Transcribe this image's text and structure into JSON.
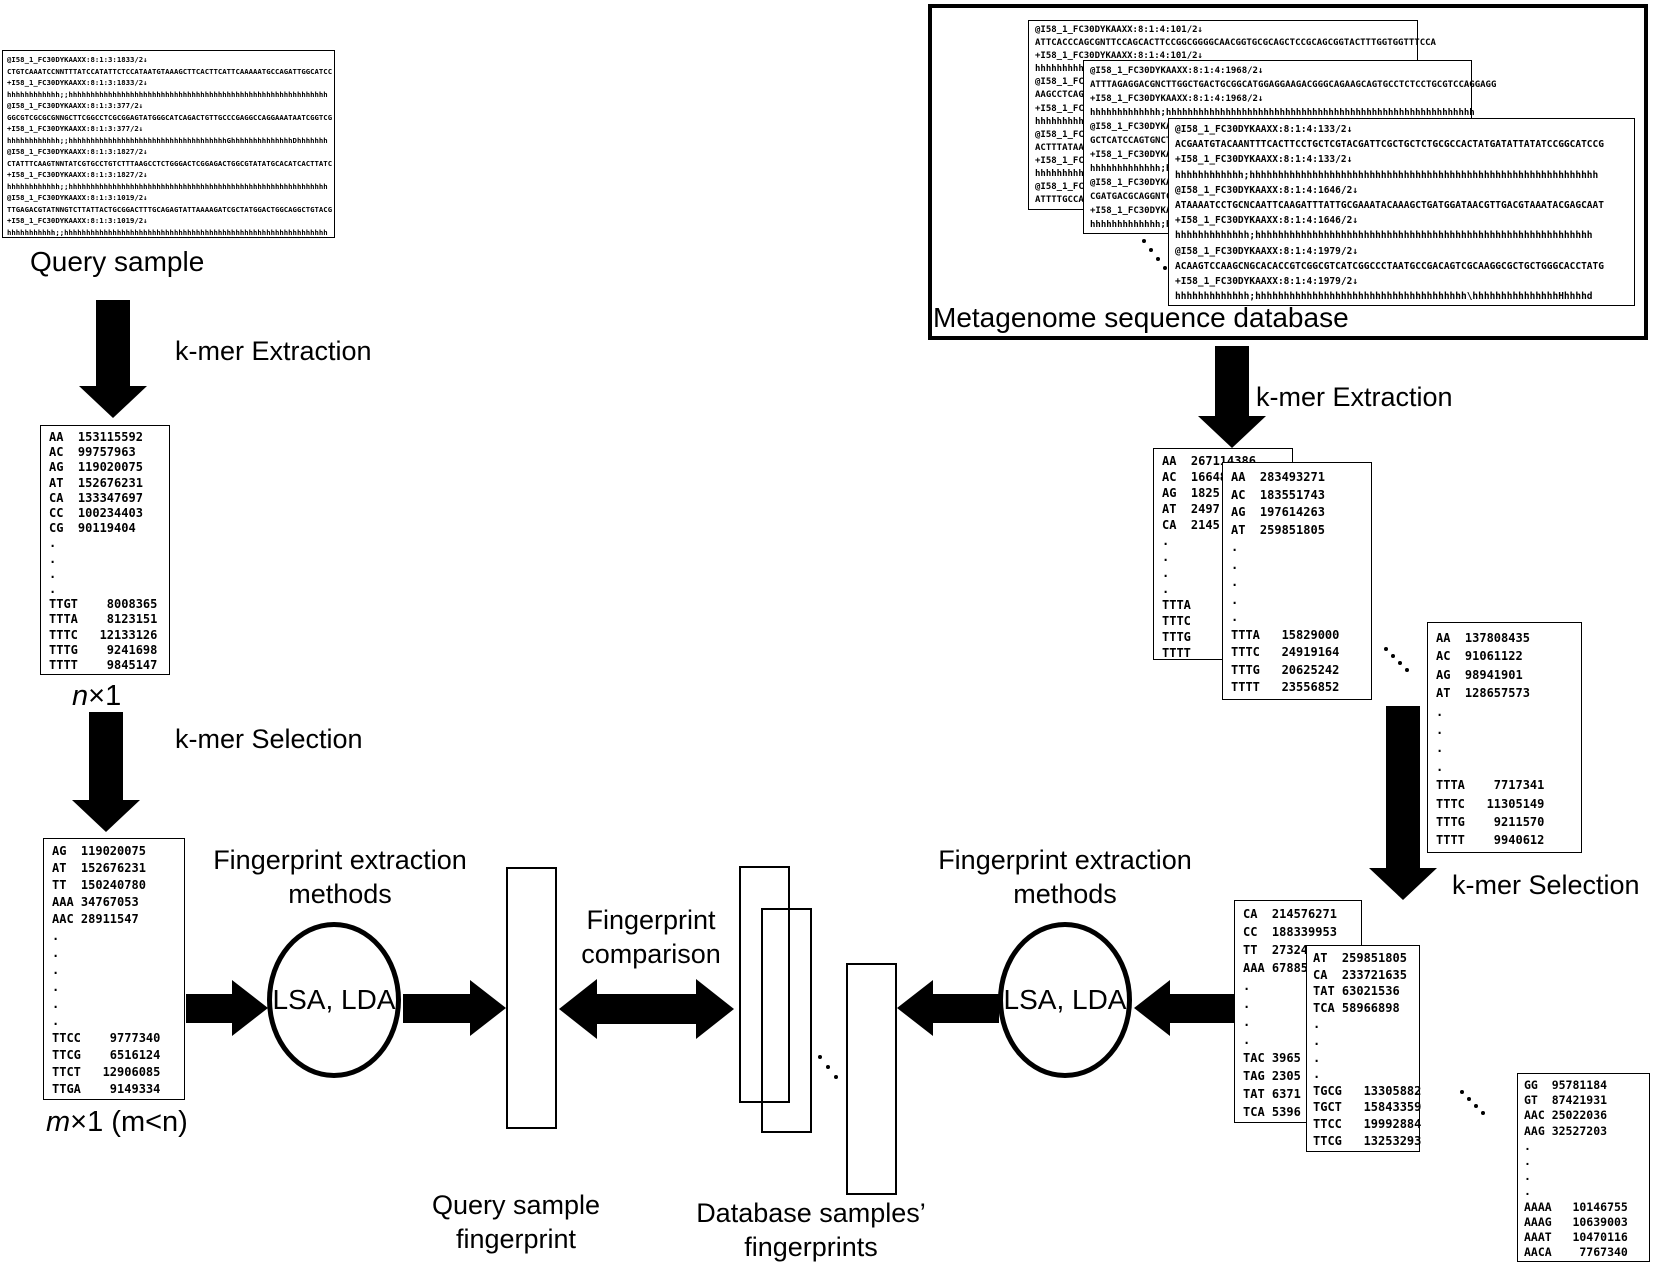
{
  "labels": {
    "query_sample": "Query sample",
    "kmer_extraction": "k-mer Extraction",
    "kmer_selection": "k-mer Selection",
    "n_var": "n",
    "n_rest": "×1",
    "m_var": "m",
    "m_rest": "×1 (m<n)",
    "fp_extraction_line1": "Fingerprint extraction",
    "fp_extraction_line2": "methods",
    "lsa_lda": "LSA, LDA",
    "fp_comparison_line1": "Fingerprint",
    "fp_comparison_line2": "comparison",
    "query_fp_line1": "Query sample",
    "query_fp_line2": "fingerprint",
    "db_fp_line1": "Database samples’",
    "db_fp_line2": "fingerprints",
    "metagenome_db": "Metagenome sequence database"
  },
  "fastq": {
    "query": "@I58_1_FC30DYKAAXX:8:1:3:1833/2↓\nCTGTCAAATCCNNTTTATCCATATTCTCCATAATGTAAAGCTTCACTTCATTCAAAAATGCCAGATTGGCATCC\n+I58_1_FC30DYKAAXX:8:1:3:1833/2↓\nhhhhhhhhhhhh;;hhhhhhhhhhhhhhhhhhhhhhhhhhhhhhhhhhhhhhhhhhhhhhhhhhhhhhhhhhh\n@I58_1_FC30DYKAAXX:8:1:3:377/2↓\nGGCGTCGCGCGNNGCTTCGGCCTCGCGGAGTATGGGCATCAGACTGTTGCCCGAGGCCAGGAAATAATCGGTCG\n+I58_1_FC30DYKAAXX:8:1:3:377/2↓\nhhhhhhhhhhhh;;hhhhhhhhhhhhhhhhhhhhhhhhhhhhhhhhhhhhGhhhhhhhhhhhhhhDhhhhhhh\n@I58_1_FC30DYKAAXX:8:1:3:1827/2↓\nCTATTTCAAGTNNTATCGTGCCTGTCTTTAAGCCTCTGGGACTCGGAGACTGGCGTATATGCACATCACTTATC\n+I58_1_FC30DYKAAXX:8:1:3:1827/2↓\nhhhhhhhhhhhh;;hhhhhhhhhhhhhhhhhhhhhhhhhhhhhhhhhhhhhhhhhhhhhhhhhhhhhhhhhhh\n@I58_1_FC30DYKAAXX:8:1:3:1019/2↓\nTTGAGACGTATNNGTCTTATTACTGCGGACTTTGCAGAGTATTAAAAGATCGCTATGGACTGGCAGGCTGTACG\n+I58_1_FC30DYKAAXX:8:1:3:1019/2↓\nhhhhhhhhhhh;;hhhhhhhhhhhhhhhhhhhhhhhhhhhhhhhhhhhhhhhhhhhhhhhhhhhhhhhhhhhh",
    "db_box1": "@I58_1_FC30DYKAAXX:8:1:4:101/2↓\nATTCACCCAGCGNTTCCAGCACTTCCGGCGGGGCAACGGTGCGCAGCTCCGCAGCGGTACTTTGGTGGTTTCCA\n+I58_1_FC30DYKAAXX:8:1:4:101/2↓\nhhhhhhhhhhhhhhhhhhhhhhhhhhhhhhhhhhhhhhhhhhhhhhhhhhhhhhhhhhhhhhhhhhhhhhh\n@I58_1_FC30D\nAAGCCTCAGATG\n+I58_1_FC30D\nhhhhhhhhhhhh\n@I58_1_FC30D\nACTTTATAAATG\n+I58_1_FC30D\nhhhhhhhhhhhh\n@I58_1_FC30D\nATTTTGCCAGTC",
    "db_box2": "@I58_1_FC30DYKAAXX:8:1:4:1968/2↓\nATTTAGAGGACGNCTTGGCTGACTGCGGCATGGAGGAAGACGGGCAGAAGCAGTGCCTCTCCTGCGTCCAGGAGG\n+I58_1_FC30DYKAAXX:8:1:4:1968/2↓\nhhhhhhhhhhhhh;hhhhhhhhhhhhhhhhhhhhhhhhhhhhhhhhhhhhhhhhhhhhhhhhhhhhhhhhh\n@I58_1_FC30DYKAA\nGCTCATCCAGTGNCTG\n+I58_1_FC30DYKAA\nhhhhhhhhhhhhh;hh\n@I58_1_FC30DYKAA\nCGATGACGCAGGNTCG\n+I58_1_FC30DYKAA\nhhhhhhhhhhhhh;hh",
    "db_box3": "@I58_1_FC30DYKAAXX:8:1:4:133/2↓\nACGAATGTACAANTTTCACTTCCTGCTCGTACGATTCGCTGCTCTGCGCCACTATGATATTATATCCGGCATCCG\n+I58_1_FC30DYKAAXX:8:1:4:133/2↓\nhhhhhhhhhhhh;hhhhhhhhhhhhhhhhhhhhhhhhhhhhhhhhhhhhhhhhhhhhhhhhhhhhhhhhhhhhh\n@I58_1_FC30DYKAAXX:8:1:4:1646/2↓\nATAAAATCCTGCNCAATTCAAGATTTATTGCGAAATACAAAGCTGATGGATAACGTTGACGTAAATACGAGCAAT\n+I58_1_FC30DYKAAXX:8:1:4:1646/2↓\nhhhhhhhhhhhhh;hhhhhhhhhhhhhhhhhhhhhhhhhhhhhhhhhhhhhhhhhhhhhhhhhhhhhhhhhhh\n@I58_1_FC30DYKAAXX:8:1:4:1979/2↓\nACAAGTCCAAGCNGCACACCGTCGGCGTCATCGGCCCTAATGCCGACAGTCGCAAGGCGCTGCTGGGCACCTATG\n+I58_1_FC30DYKAAXX:8:1:4:1979/2↓\nhhhhhhhhhhhhh;hhhhhhhhhhhhhhhhhhhhhhhhhhhhhhhhhhhhh\\hhhhhhhhhhhhhhhHhhhhd"
  },
  "kmer_tables": {
    "query_all": "AA  153115592\nAC  99757963\nAG  119020075\nAT  152676231\nCA  133347697\nCC  100234403\nCG  90119404\n.\n.\n.\n.\nTTGT    8008365\nTTTA    8123151\nTTTC   12133126\nTTTG    9241698\nTTTT    9845147",
    "query_selected": "AG  119020075\nAT  152676231\nTT  150240780\nAAA 34767053\nAAC 28911547\n.\n.\n.\n.\n.\n.\nTTCC    9777340\nTTCG    6516124\nTTCT   12906085\nTTGA    9149334",
    "db_all_back": "AA  267114386\nAC  166481413\nAG  1825\nAT  2497\nCA  2145\n.\n.\n.\n.\nTTTA\nTTTC\nTTTG\nTTTT",
    "db_all_front": "AA  283493271\nAC  183551743\nAG  197614263\nAT  259851805\n.\n.\n.\n.\n.\nTTTA   15829000\nTTTC   24919164\nTTTG   20625242\nTTTT   23556852",
    "db_all_third": "AA  137808435\nAC  91061122\nAG  98941901\nAT  128657573\n.\n.\n.\n.\nTTTA    7717341\nTTTC   11305149\nTTTG    9211570\nTTTT    9940612",
    "db_sel_back": "CA  214576271\nCC  188339953\nTT  27324098\nAAA 67885\n.\n.\n.\n.\nTAC 3965\nTAG 2305\nTAT 6371\nTCA 5396",
    "db_sel_front": "AT  259851805\nCA  233721635\nTAT 63021536\nTCA 58966898\n.\n.\n.\n.\nTGCG   13305882\nTGCT   15843359\nTTCC   19992884\nTTCG   13253293",
    "db_sel_third": "GG  95781184\nGT  87421931\nAAC 25022036\nAAG 32527203\n.\n.\n.\n.\nAAAA   10146755\nAAAG   10639003\nAAAT   10470116\nAACA    7767340"
  }
}
